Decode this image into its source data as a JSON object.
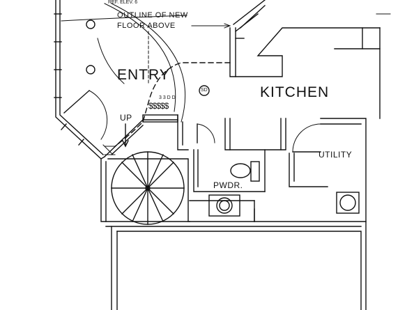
{
  "plan": {
    "ref_note": "REF. ELEV. 6",
    "outline_note_line1": "OUTLINE OF NEW",
    "outline_note_line2": "FLOOR ABOVE",
    "stair_label": "UP",
    "smoke_detector": "SD",
    "switch_bank": "$$$$$",
    "switch_marks": "3 3 D D",
    "rooms": {
      "entry": "ENTRY",
      "kitchen": "KITCHEN",
      "utility": "UTILITY",
      "powder": "PWDR."
    }
  }
}
